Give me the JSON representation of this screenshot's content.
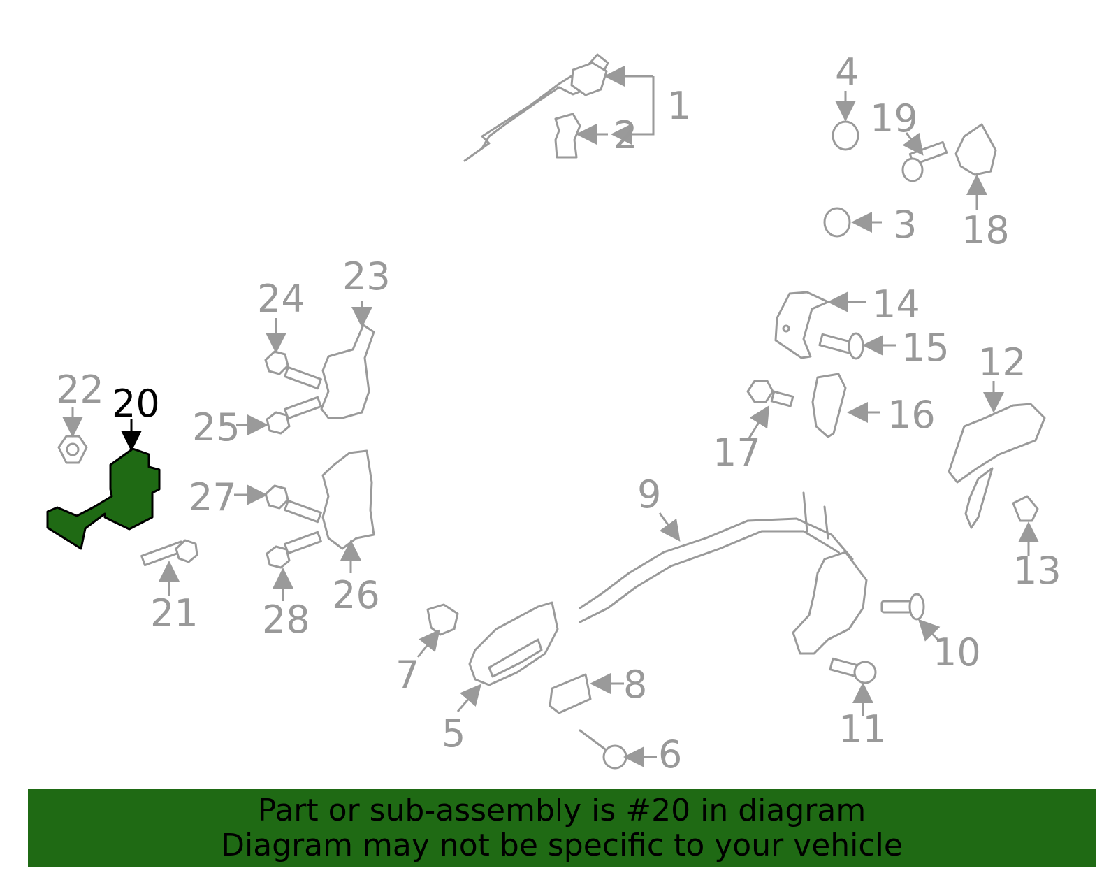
{
  "diagram": {
    "highlighted_part": "20",
    "callouts": [
      "1",
      "2",
      "3",
      "4",
      "5",
      "6",
      "7",
      "8",
      "9",
      "10",
      "11",
      "12",
      "13",
      "14",
      "15",
      "16",
      "17",
      "18",
      "19",
      "20",
      "21",
      "22",
      "23",
      "24",
      "25",
      "26",
      "27",
      "28"
    ]
  },
  "banner": {
    "line1": "Part or sub-assembly is #20 in diagram",
    "line2": "Diagram may not be specific to your vehicle"
  },
  "colors": {
    "highlight": "#1f6a14",
    "part_outline": "#9a9a9a",
    "banner": "#1f6a14"
  }
}
